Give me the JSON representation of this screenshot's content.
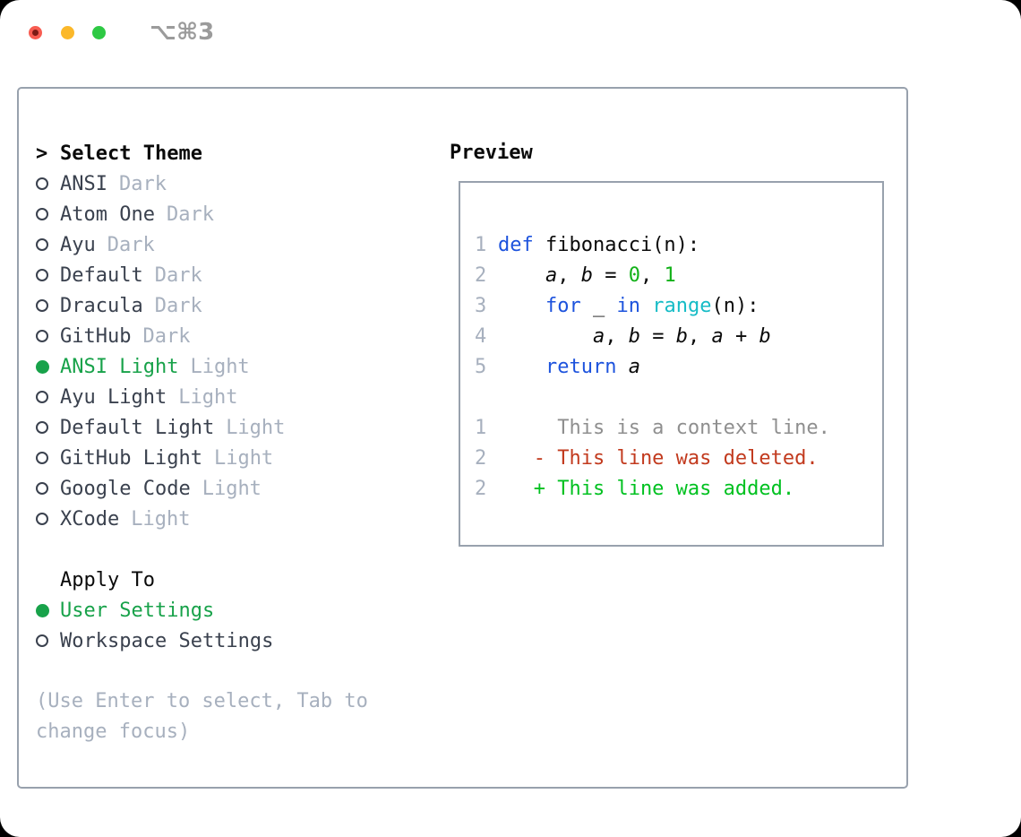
{
  "window": {
    "title": "⌥⌘3"
  },
  "titlebar": {
    "close_icon": "close-circle",
    "minimize_icon": "minimize-circle",
    "zoom_icon": "zoom-circle"
  },
  "theme_list": {
    "prompt": ">",
    "header": "Select Theme",
    "items": [
      {
        "name": "ANSI",
        "variant": "Dark",
        "selected": false
      },
      {
        "name": "Atom One",
        "variant": "Dark",
        "selected": false
      },
      {
        "name": "Ayu",
        "variant": "Dark",
        "selected": false
      },
      {
        "name": "Default",
        "variant": "Dark",
        "selected": false
      },
      {
        "name": "Dracula",
        "variant": "Dark",
        "selected": false
      },
      {
        "name": "GitHub",
        "variant": "Dark",
        "selected": false
      },
      {
        "name": "ANSI Light",
        "variant": "Light",
        "selected": true
      },
      {
        "name": "Ayu Light",
        "variant": "Light",
        "selected": false
      },
      {
        "name": "Default Light",
        "variant": "Light",
        "selected": false
      },
      {
        "name": "GitHub Light",
        "variant": "Light",
        "selected": false
      },
      {
        "name": "Google Code",
        "variant": "Light",
        "selected": false
      },
      {
        "name": "XCode",
        "variant": "Light",
        "selected": false
      }
    ]
  },
  "apply_to": {
    "header": "Apply To",
    "options": [
      {
        "label": "User Settings",
        "selected": true
      },
      {
        "label": "Workspace Settings",
        "selected": false
      }
    ]
  },
  "help_text": "(Use Enter to select, Tab to change focus)",
  "preview": {
    "header": "Preview",
    "code_lines": [
      {
        "n": "1",
        "tokens": [
          {
            "t": "def ",
            "c": "kw"
          },
          {
            "t": "fibonacci(n):",
            "c": "plain"
          }
        ]
      },
      {
        "n": "2",
        "tokens": [
          {
            "t": "    ",
            "c": "plain"
          },
          {
            "t": "a",
            "c": "var"
          },
          {
            "t": ", ",
            "c": "plain"
          },
          {
            "t": "b",
            "c": "var"
          },
          {
            "t": " = ",
            "c": "plain"
          },
          {
            "t": "0",
            "c": "num"
          },
          {
            "t": ", ",
            "c": "plain"
          },
          {
            "t": "1",
            "c": "num"
          }
        ]
      },
      {
        "n": "3",
        "tokens": [
          {
            "t": "    ",
            "c": "plain"
          },
          {
            "t": "for",
            "c": "kw"
          },
          {
            "t": " _ ",
            "c": "plain"
          },
          {
            "t": "in",
            "c": "kw"
          },
          {
            "t": " ",
            "c": "plain"
          },
          {
            "t": "range",
            "c": "builtin"
          },
          {
            "t": "(n):",
            "c": "plain"
          }
        ]
      },
      {
        "n": "4",
        "tokens": [
          {
            "t": "        ",
            "c": "plain"
          },
          {
            "t": "a",
            "c": "var"
          },
          {
            "t": ", ",
            "c": "plain"
          },
          {
            "t": "b",
            "c": "var"
          },
          {
            "t": " = ",
            "c": "plain"
          },
          {
            "t": "b",
            "c": "var"
          },
          {
            "t": ", ",
            "c": "plain"
          },
          {
            "t": "a",
            "c": "var"
          },
          {
            "t": " + ",
            "c": "plain"
          },
          {
            "t": "b",
            "c": "var"
          }
        ]
      },
      {
        "n": "5",
        "tokens": [
          {
            "t": "    ",
            "c": "plain"
          },
          {
            "t": "return",
            "c": "kw"
          },
          {
            "t": " ",
            "c": "plain"
          },
          {
            "t": "a",
            "c": "var"
          }
        ]
      },
      {
        "n": "",
        "tokens": []
      },
      {
        "n": "1",
        "tokens": [
          {
            "t": "     This is a context line.",
            "c": "ctx"
          }
        ]
      },
      {
        "n": "2",
        "tokens": [
          {
            "t": "   - This line was deleted.",
            "c": "del"
          }
        ]
      },
      {
        "n": "2",
        "tokens": [
          {
            "t": "   + This line was added.",
            "c": "add"
          }
        ]
      }
    ]
  },
  "colors": {
    "border": "#98a1ad",
    "header": "#0a0a0a",
    "name": "#3a414e",
    "muted": "#a7b0be",
    "green": "#18a24a",
    "kw": "#1d53dd",
    "builtin": "#16bcc6",
    "num": "#12b118",
    "code": "#0a0a0a",
    "ctx": "#8f8f8f",
    "del": "#c23a1e",
    "add": "#00c120",
    "traffic_red": "#f85c51",
    "traffic_red_dot": "#7c1b15",
    "traffic_yellow": "#fbb82a",
    "traffic_green": "#2ec944",
    "title_gray": "#9b9b9b"
  }
}
